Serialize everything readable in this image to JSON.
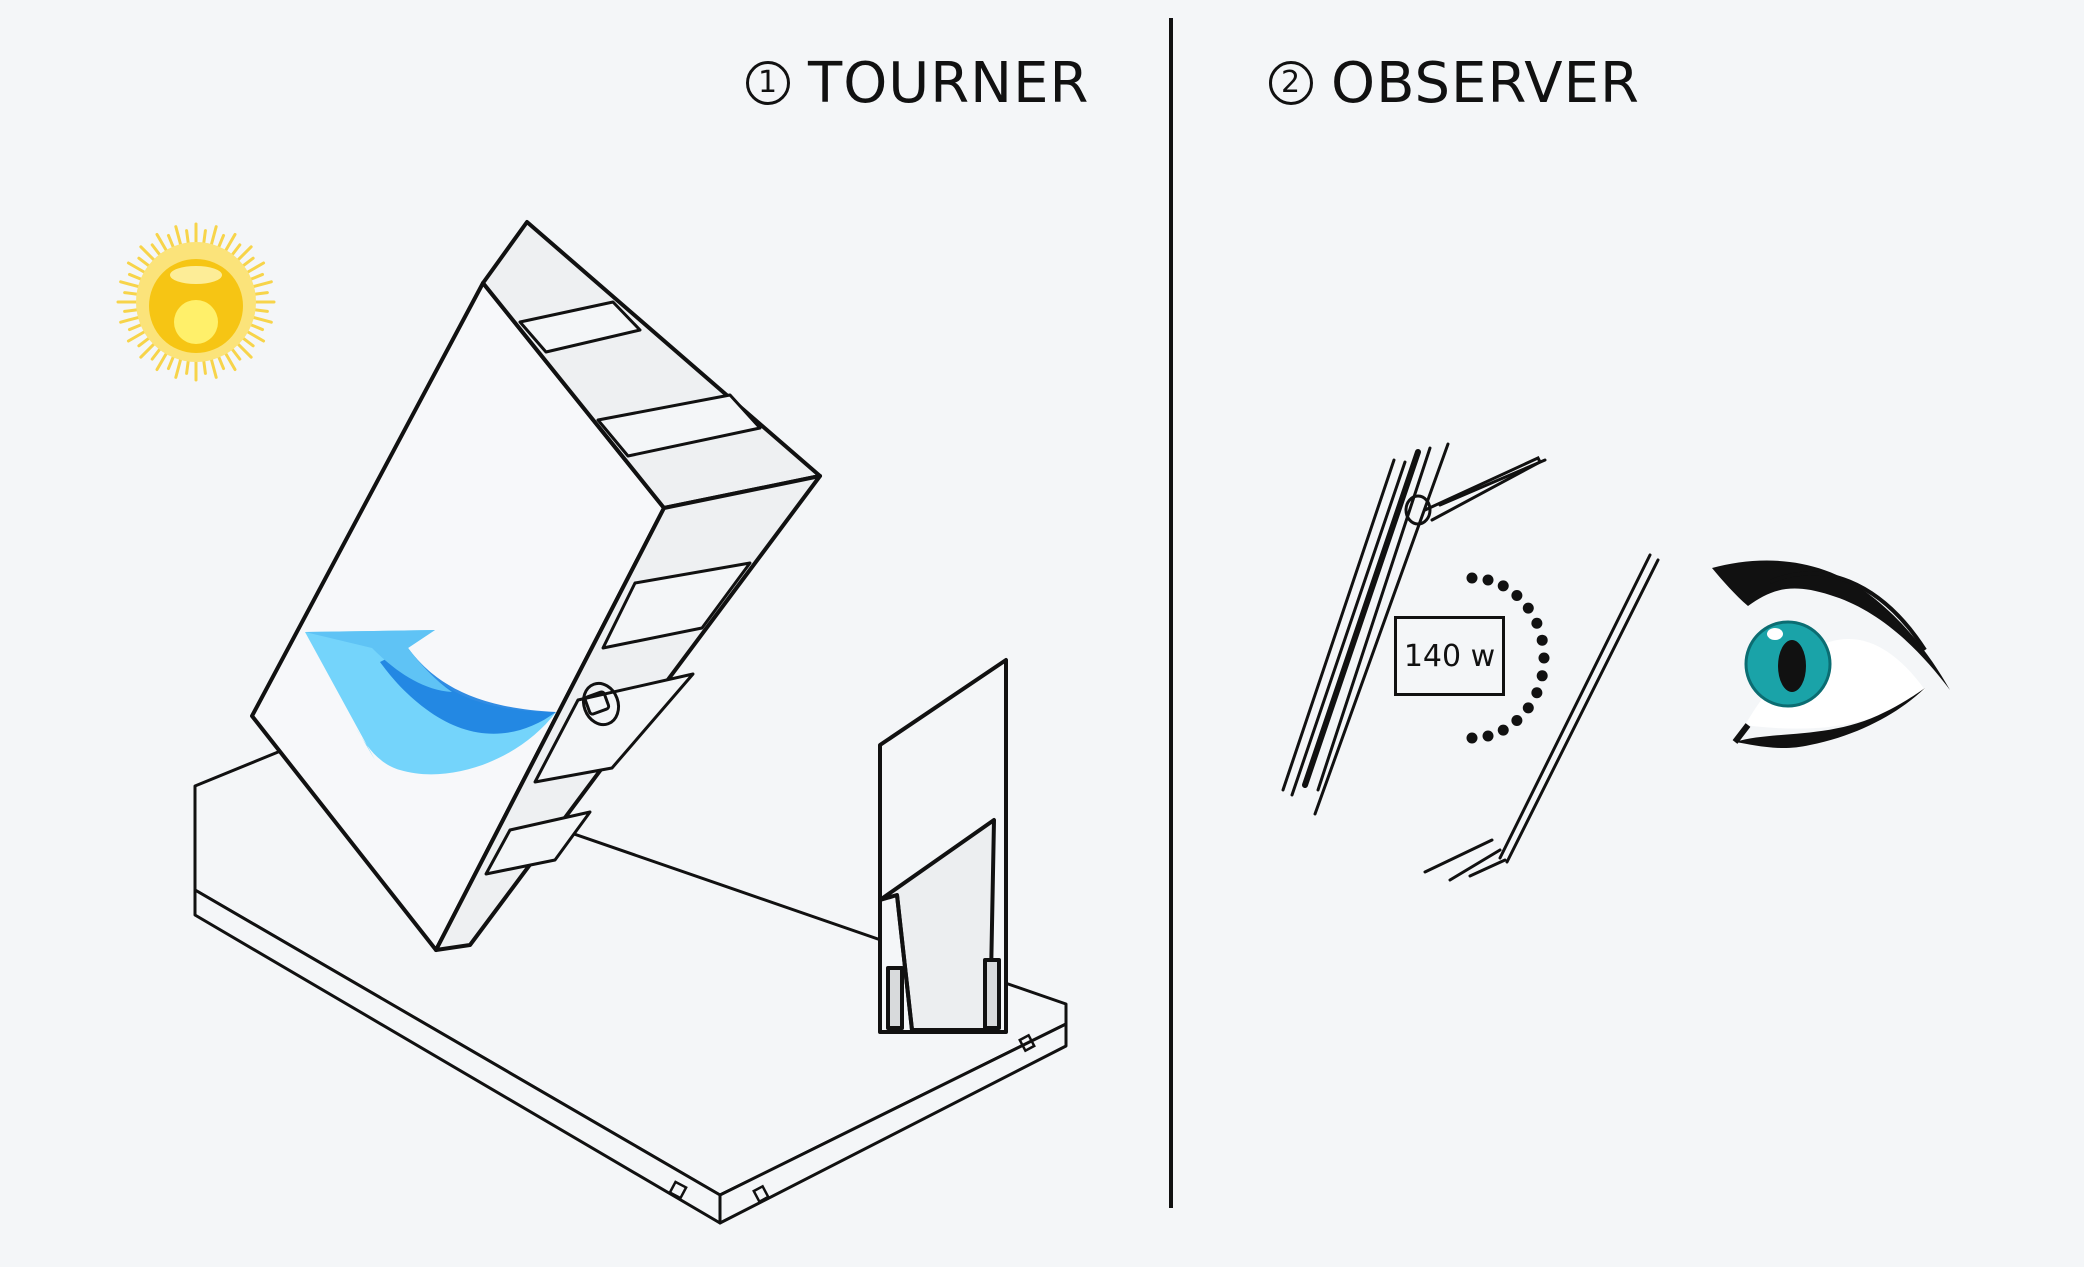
{
  "steps": [
    {
      "number": "1",
      "label": "TOURNER"
    },
    {
      "number": "2",
      "label": "OBSERVER"
    }
  ],
  "lamp": {
    "power_label": "140 w"
  },
  "icons": {
    "sun": "sun-icon",
    "rotate_arrow": "curved-arrow-icon",
    "eye": "eye-icon"
  },
  "colors": {
    "background": "#f4f6f8",
    "line": "#111111",
    "sun_core": "#f6c514",
    "sun_rays": "#f7d44a",
    "arrow_light": "#74d4fb",
    "arrow_dark": "#1b7fe0",
    "iris": "#1aa3a8"
  }
}
